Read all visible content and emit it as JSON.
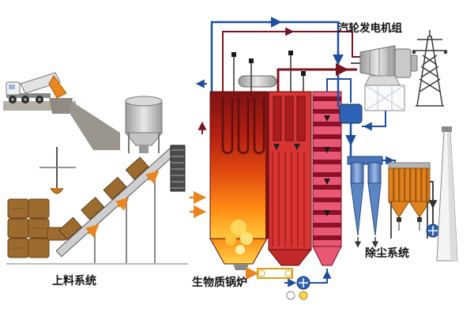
{
  "diagram": {
    "labels": {
      "turbine_unit": "汽轮发电机组",
      "feeding_system": "上料系统",
      "biomass_boiler": "生物质锅炉",
      "dust_removal": "除尘系统"
    },
    "colors": {
      "furnace_red": "#b51f12",
      "flame_orange": "#ff8c14",
      "pipe_blue": "#1d4f9e",
      "steam_maroon": "#7a1520",
      "fuel_orange": "#e8851c",
      "bale_brown": "#9c6b2f",
      "cyclone_blue": "#5b86c4",
      "baghouse_orange": "#e0821e"
    }
  }
}
